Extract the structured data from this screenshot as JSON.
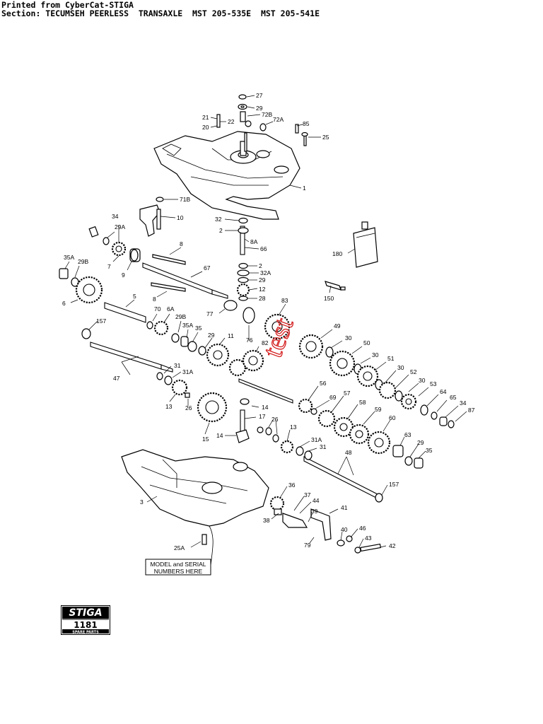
{
  "header": {
    "line1": "Printed from CyberCat-STIGA",
    "line2": "Section: TECUMSEH PEERLESS  TRANSAXLE  MST 205-535E  MST 205-541E"
  },
  "labels": {
    "p27": "27",
    "p29a": "29",
    "p72b": "72B",
    "p21": "21",
    "p22": "22",
    "p72a": "72A",
    "p20": "20",
    "p85": "85",
    "p25": "25",
    "p1": "1",
    "p71b": "71B",
    "p34": "34",
    "p10": "10",
    "p29a2": "29A",
    "p32": "32",
    "p2a": "2",
    "p8a": "8A",
    "p66": "66",
    "p8": "8",
    "p7": "7",
    "p9": "9",
    "p35a": "35A",
    "p29b": "29B",
    "p67": "67",
    "p2b": "2",
    "p32a": "32A",
    "p29c": "29",
    "p12": "12",
    "p28": "28",
    "p6": "6",
    "p5": "5",
    "p8b": "8",
    "p180": "180",
    "p150": "150",
    "p83": "83",
    "p77": "77",
    "p70": "70",
    "p6a": "6A",
    "p29b2": "29B",
    "p35a2": "35A",
    "p35": "35",
    "p157": "157",
    "p76": "76",
    "p49": "49",
    "p29d": "29",
    "p11": "11",
    "p82": "82",
    "p30a": "30",
    "p50": "50",
    "p30b": "30",
    "p51": "51",
    "p31": "31",
    "p31a": "31A",
    "p47": "47",
    "p30c": "30",
    "p52": "52",
    "p30d": "30",
    "p53": "53",
    "p56": "56",
    "p69": "69",
    "p57": "57",
    "p64": "64",
    "p65": "65",
    "p34b": "34",
    "p87": "87",
    "p13": "13",
    "p26": "26",
    "p14a": "14",
    "p58": "58",
    "p59": "59",
    "p17": "17",
    "p26b": "26",
    "p60": "60",
    "p15": "15",
    "p14b": "14",
    "p13b": "13",
    "p63": "63",
    "p29e": "29",
    "p35b": "35",
    "p31a2": "31A",
    "p31b": "31",
    "p48": "48",
    "p3": "3",
    "p36": "36",
    "p37": "37",
    "p44": "44",
    "p38": "38",
    "p39": "39",
    "p41": "41",
    "p46": "46",
    "p40": "40",
    "p43": "43",
    "p42": "42",
    "p79": "79",
    "p157b": "157",
    "p25a": "25A"
  },
  "model_box": {
    "line1": "MODEL and SERIAL",
    "line2": "NUMBERS HERE"
  },
  "stiga": {
    "brand": "STIGA",
    "number": "1181",
    "caption": "SPARE PARTS"
  },
  "watermark": "test"
}
